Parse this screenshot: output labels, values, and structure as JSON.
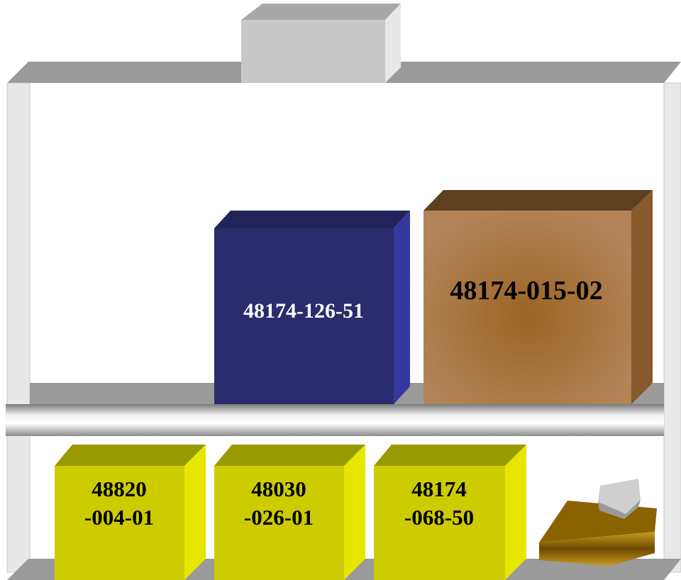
{
  "boxes": [
    {
      "id": "blue-box",
      "lines": [
        "48174-126-51"
      ],
      "color": "#2b2c6e"
    },
    {
      "id": "brown-box",
      "lines": [
        "48174-015-02"
      ],
      "color": "#a97c4a"
    },
    {
      "id": "yellow-box-1",
      "lines": [
        "48820",
        "-004-01"
      ],
      "color": "#cccc00"
    },
    {
      "id": "yellow-box-2",
      "lines": [
        "48030",
        "-026-01"
      ],
      "color": "#cccc00"
    },
    {
      "id": "yellow-box-3",
      "lines": [
        "48174",
        "-068-50"
      ],
      "color": "#cccc00"
    }
  ],
  "colors": {
    "shelf_top": "#9a9a9a",
    "shelf_side": "#e8e8e8",
    "top_box": "#c8c8c8",
    "small_item_base": "#b5860f",
    "small_item_block": "#bdbdbd"
  }
}
